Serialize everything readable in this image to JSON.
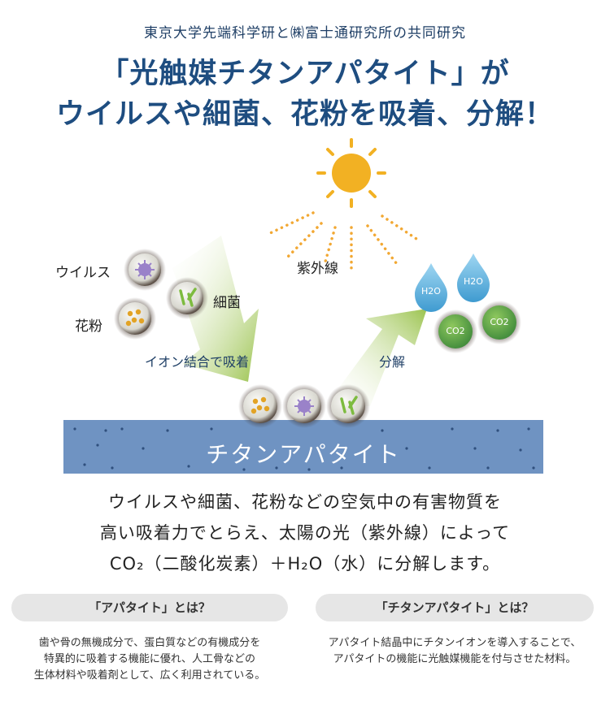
{
  "header": {
    "subtitle": "東京大学先端科学研と㈱富士通研究所の共同研究",
    "headline_line1": "「光触媒チタンアパタイト」が",
    "headline_line2": "ウイルスや細菌、花粉を吸着、分解！"
  },
  "diagram": {
    "virus_label": "ウイルス",
    "bacteria_label": "細菌",
    "pollen_label": "花粉",
    "adsorption_label": "イオン結合で吸着",
    "uv_label": "紫外線",
    "decompose_label": "分解",
    "h2o_1": "H2O",
    "h2o_2": "H2O",
    "co2_1": "CO2",
    "co2_2": "CO2",
    "band_label": "チタンアパタイト",
    "colors": {
      "band": "#6f93c2",
      "arrow": "#a8c95a",
      "sun": "#f2b123",
      "droplet": "#5fb1de",
      "co2": "#4a9e45"
    }
  },
  "description": {
    "line1": "ウイルスや細菌、花粉などの空気中の有害物質を",
    "line2": "高い吸着力でとらえ、太陽の光（紫外線）によって",
    "line3": "CO₂（二酸化炭素）＋H₂O（水）に分解します。"
  },
  "info": {
    "left_title": "「アパタイト」とは？",
    "left_lines": [
      "歯や骨の無機成分で、蛋白質などの有機成分を",
      "特異的に吸着する機能に優れ、人工骨などの",
      "生体材料や吸着剤として、広く利用されている。"
    ],
    "right_title": "「チタンアパタイト」とは？",
    "right_lines": [
      "アパタイト結晶中にチタンイオンを導入することで、",
      "アパタイトの機能に光触媒機能を付与させた材料。"
    ]
  }
}
